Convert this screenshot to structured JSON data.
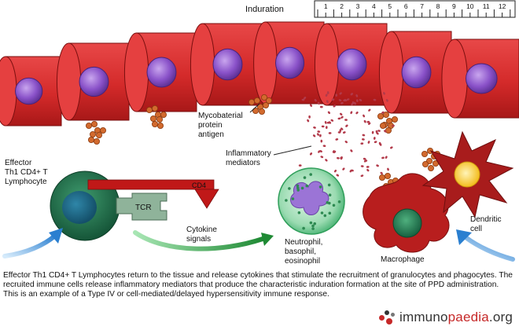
{
  "labels": {
    "induration": "Induration",
    "mycobacterial": [
      "Mycobaterial",
      "protein",
      "antigen"
    ],
    "inflammatory": [
      "Inflammatory",
      "mediators"
    ],
    "effector": [
      "Effector",
      "Th1 CD4+ T",
      "Lymphocyte"
    ],
    "cd4": "CD4",
    "tcr": "TCR",
    "cytokine": [
      "Cytokine",
      "signals"
    ],
    "neutrophil": [
      "Neutrophil,",
      "basophil,",
      "eosinophil"
    ],
    "macrophage": "Macrophage",
    "dendritic": [
      "Dendritic",
      "cell"
    ]
  },
  "ruler_ticks": [
    "1",
    "2",
    "3",
    "4",
    "5",
    "6",
    "7",
    "8",
    "9",
    "10",
    "11",
    "12"
  ],
  "caption": "Effector Th1 CD4+ T Lymphocytes return to the tissue and release cytokines that stimulate the recruitment of granulocytes and phagocytes. The recruited immune cells release inflammatory mediators that produce the characteristic induration formation at the site of PPD administration. This is an example of a Type IV or cell-mediated/delayed hypersensitivity immune response.",
  "brand": {
    "prefix": "immuno",
    "accent": "paedia",
    "suffix": ".org"
  },
  "colors": {
    "endothelial": "#d42a2a",
    "nucleus": "#8a52c9",
    "lymphocyte": "#1f6e4a",
    "cd4": "#c01818",
    "tcr": "#8fb39a",
    "neutrophil": "#5fc086",
    "macrophage": "#b81e1e",
    "dendritic": "#a81c1c",
    "dendritic_core": "#f2c21a",
    "antigen": "#d26a2e",
    "mediator": "#b23a4a",
    "arrow_blue": "#3d8fd8",
    "arrow_green": "#2f9e44"
  }
}
